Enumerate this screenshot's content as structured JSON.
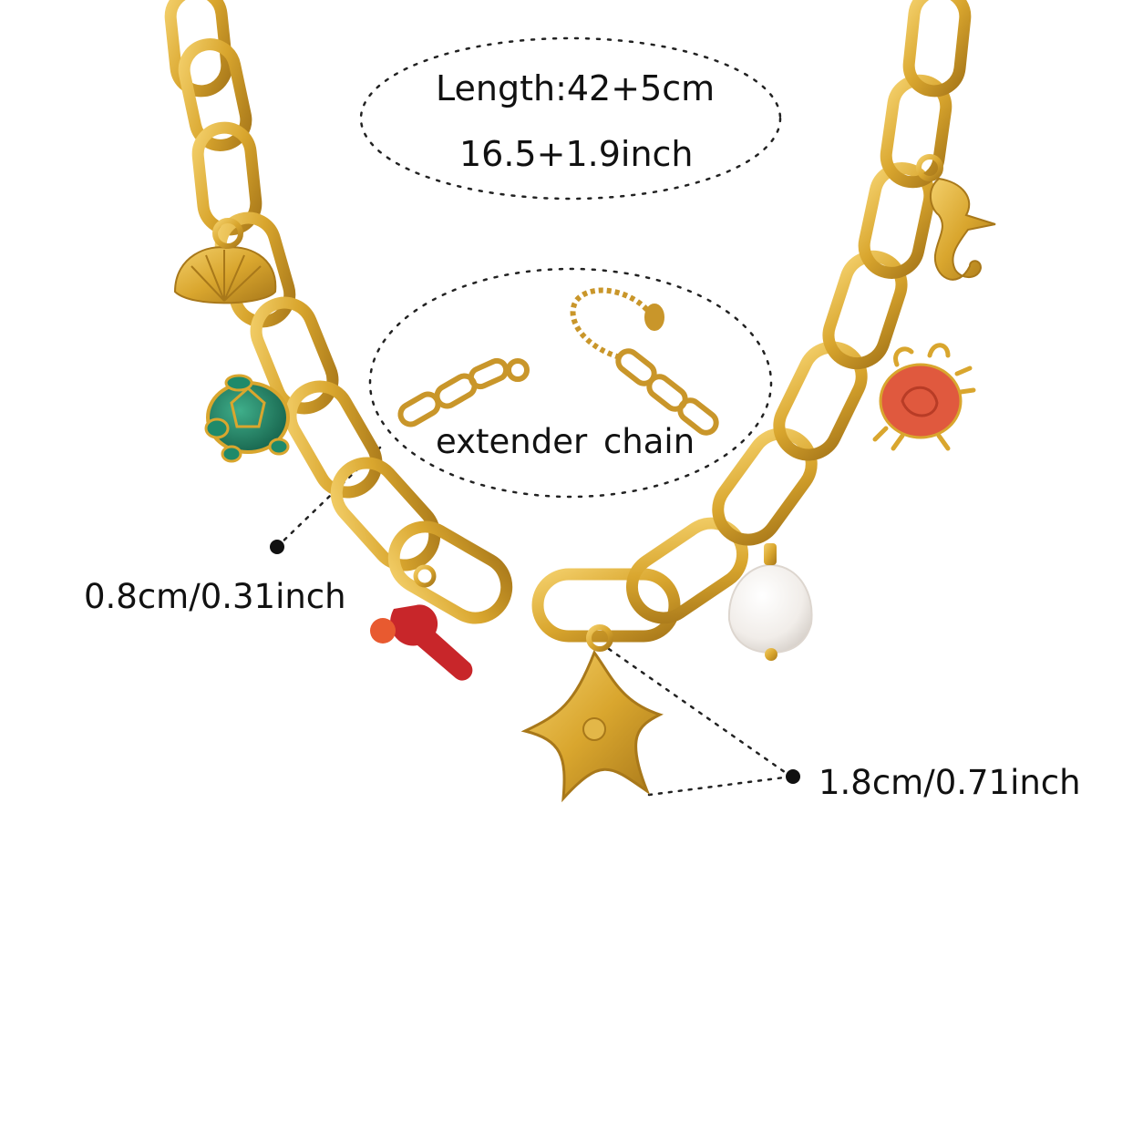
{
  "labels": {
    "length_cm": "Length:42+5cm",
    "length_inch": "16.5+1.9inch",
    "extender": "extender  chain",
    "link_width": "0.8cm/0.31inch",
    "charm_size": "1.8cm/0.71inch"
  },
  "charms": [
    {
      "name": "shell",
      "color": "#d9a62e"
    },
    {
      "name": "turtle",
      "color": "#1f8a6a"
    },
    {
      "name": "coral",
      "color": "#c8262a"
    },
    {
      "name": "starfish",
      "color": "#d9a62e"
    },
    {
      "name": "pearl",
      "color": "#f4f1ee"
    },
    {
      "name": "crab",
      "color": "#e0593e"
    },
    {
      "name": "seahorse",
      "color": "#d9a62e"
    }
  ],
  "colors": {
    "gold": "#d9a62e",
    "gold_dark": "#a8781a",
    "text": "#111111",
    "background": "#ffffff"
  }
}
